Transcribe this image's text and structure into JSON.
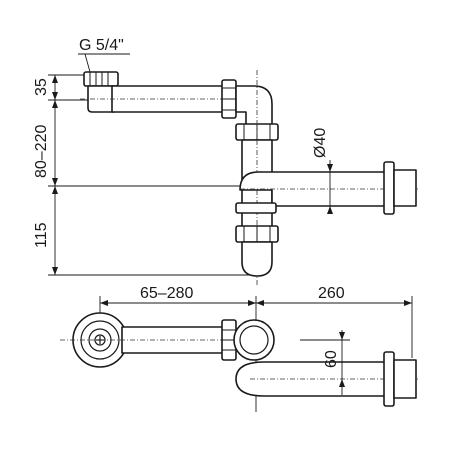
{
  "labels": {
    "thread": "G 5/4\"",
    "dim_35": "35",
    "dim_80_220": "80–220",
    "dim_115": "115",
    "dim_diam40": "Ø40",
    "dim_65_280": "65–280",
    "dim_260": "260",
    "dim_60": "60"
  },
  "colors": {
    "line": "#1a1a1a",
    "background": "#ffffff"
  }
}
